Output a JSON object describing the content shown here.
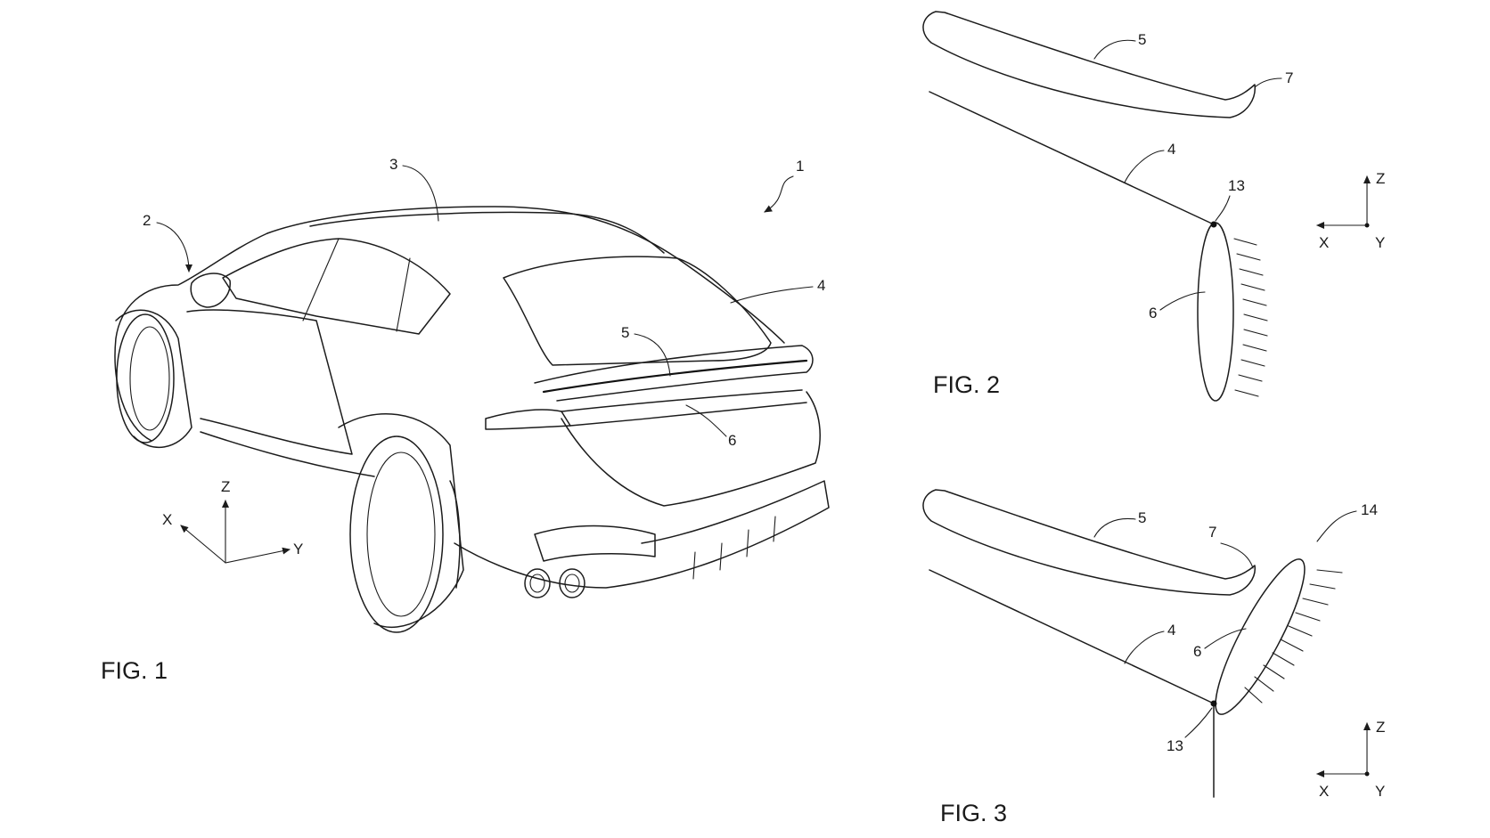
{
  "figures": {
    "fig1": {
      "caption": "FIG. 1",
      "refs": {
        "r1": "1",
        "r2": "2",
        "r3": "3",
        "r4": "4",
        "r5": "5",
        "r6": "6"
      },
      "axes": {
        "x": "X",
        "y": "Y",
        "z": "Z"
      }
    },
    "fig2": {
      "caption": "FIG. 2",
      "refs": {
        "r5": "5",
        "r7": "7",
        "r4": "4",
        "r13": "13",
        "r6": "6"
      },
      "axes": {
        "x": "X",
        "y": "Y",
        "z": "Z"
      }
    },
    "fig3": {
      "caption": "FIG. 3",
      "refs": {
        "r5": "5",
        "r7": "7",
        "r14": "14",
        "r4": "4",
        "r6": "6",
        "r13": "13"
      },
      "axes": {
        "x": "X",
        "y": "Y",
        "z": "Z"
      }
    }
  },
  "colors": {
    "ink": "#1c1c1c",
    "background": "#ffffff"
  }
}
